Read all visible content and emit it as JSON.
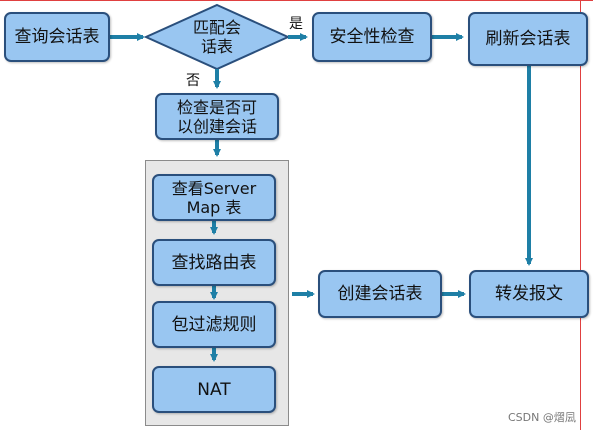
{
  "nodes": {
    "query_session_table": "查询会话表",
    "match_session_table": "匹配会\n话表",
    "security_check": "安全性检查",
    "refresh_session_table": "刷新会话表",
    "check_can_create_session": "检查是否可\n以创建会话",
    "lookup_server_map": "查看Server\nMap 表",
    "lookup_route_table": "查找路由表",
    "packet_filter_rules": "包过滤规则",
    "nat": "NAT",
    "create_session_table": "创建会话表",
    "forward_packet": "转发报文"
  },
  "edge_labels": {
    "yes": "是",
    "no": "否"
  },
  "watermark": "CSDN @熠凨",
  "colors": {
    "node_fill": "#99c6f1",
    "node_border": "#2a4f7c",
    "arrow": "#1e7fa6",
    "group_fill": "#e7e7e7"
  }
}
